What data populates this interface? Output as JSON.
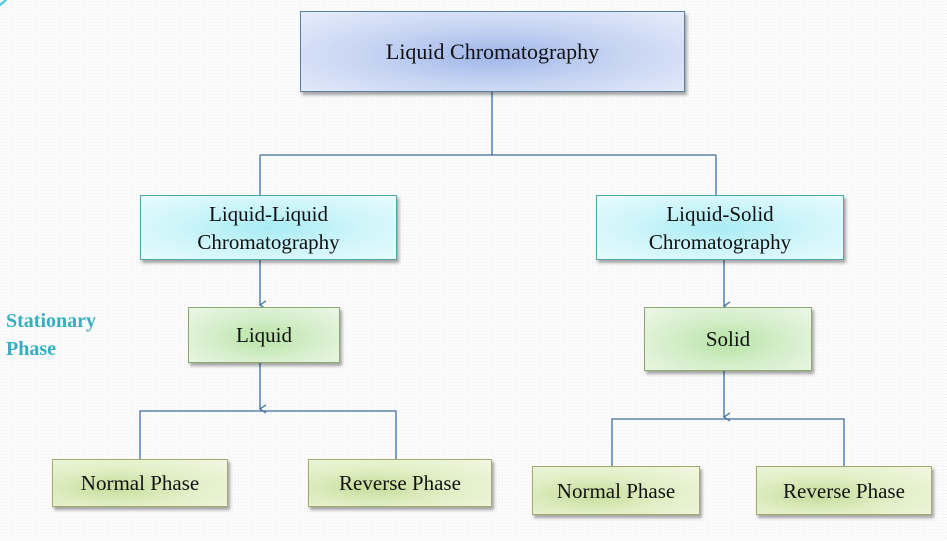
{
  "diagram": {
    "root": {
      "label": "Liquid Chromatography"
    },
    "branches": [
      {
        "label_line1": "Liquid-Liquid",
        "label_line2": "Chromatography",
        "stationary_phase": "Liquid",
        "children": [
          "Normal Phase",
          "Reverse Phase"
        ]
      },
      {
        "label_line1": "Liquid-Solid",
        "label_line2": "Chromatography",
        "stationary_phase": "Solid",
        "children": [
          "Normal Phase",
          "Reverse Phase"
        ]
      }
    ],
    "side_label_line1": "Stationary",
    "side_label_line2": "Phase"
  },
  "colors": {
    "connector": "#3f6e9e",
    "side_label": "#36aebf"
  }
}
